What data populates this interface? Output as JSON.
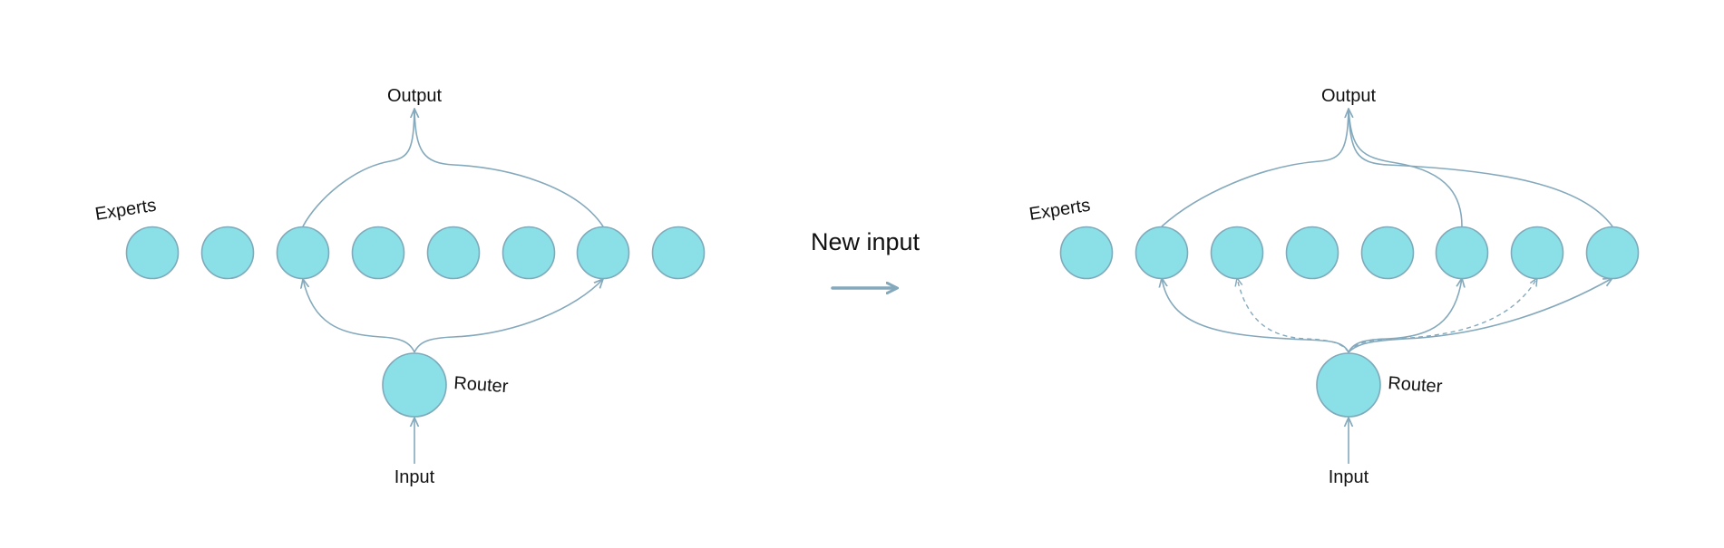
{
  "left_panel": {
    "output_label": "Output",
    "experts_label": "Experts",
    "router_label": "Router",
    "input_label": "Input",
    "expert_count": 8,
    "active_experts": [
      3,
      7
    ]
  },
  "middle": {
    "label": "New input"
  },
  "right_panel": {
    "output_label": "Output",
    "experts_label": "Experts",
    "router_label": "Router",
    "input_label": "Input",
    "expert_count": 8,
    "active_experts": [
      2,
      6,
      8
    ],
    "tentative_experts": [
      3,
      7
    ]
  },
  "colors": {
    "node_fill": "#8ae0e6",
    "node_stroke": "#7eaabb",
    "edge": "#84a9bc",
    "text": "#111111"
  }
}
